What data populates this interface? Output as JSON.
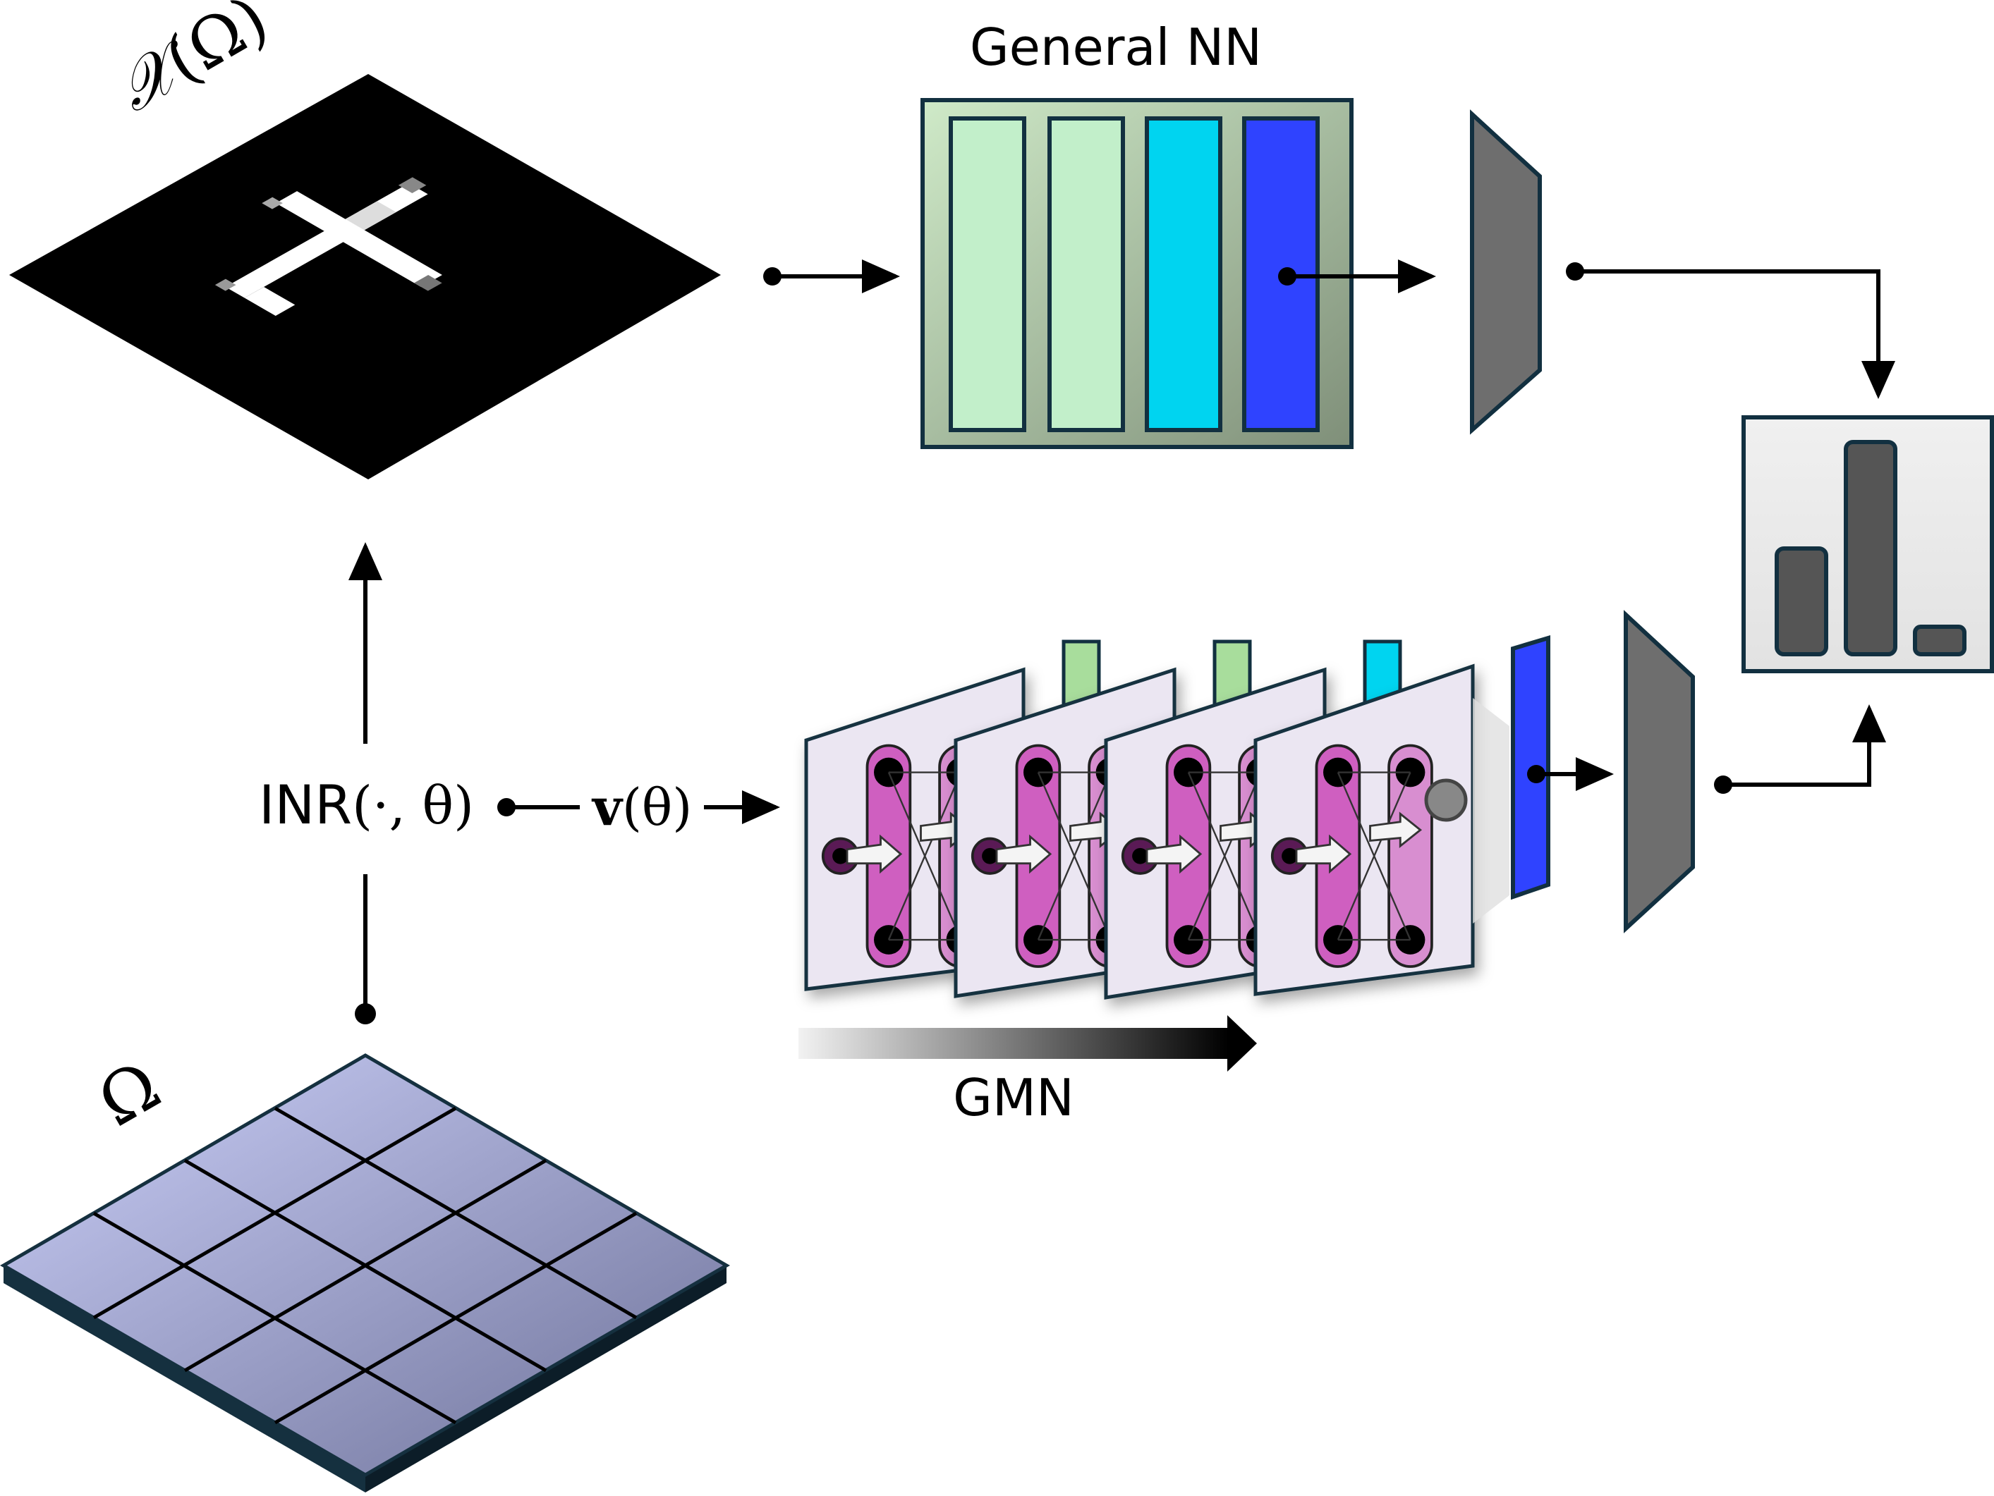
{
  "labels": {
    "general_nn": "General NN",
    "x_omega_main": "𝒳",
    "x_omega_arg": "(Ω)",
    "inr_prefix": "INR",
    "inr_args": "(·, θ)",
    "v_bold": "v",
    "v_args": "(θ)",
    "gmn": "GMN",
    "omega": "Ω"
  },
  "colors": {
    "mnist_bg": "#000000",
    "nn_frame_light": "#cde8c6",
    "nn_frame_dark": "#8a9a82",
    "layer_light_green": "#c2efca",
    "layer_cyan": "#00d4f0",
    "layer_blue": "#2f43ff",
    "head_gray": "#6e6e6e",
    "outline_dark": "#123040",
    "grid_top_light": "#c4c8f4",
    "grid_top_dark": "#7c80a8",
    "grid_side": "#0f2333",
    "panel_bg": "#ebe6f2",
    "node_pink": "#cf5fc0",
    "node_pink_light": "#dd9bd6",
    "histogram_bg": "#e8e8e8",
    "histogram_bar": "#555555"
  },
  "histogram": {
    "bar_values": [
      0.5,
      1.0,
      0.1
    ]
  },
  "icons": {
    "mnist_digit": "mnist-digit-four",
    "gmn_layers": "graph-metanetwork-layers",
    "domain_grid": "domain-grid-icon"
  }
}
